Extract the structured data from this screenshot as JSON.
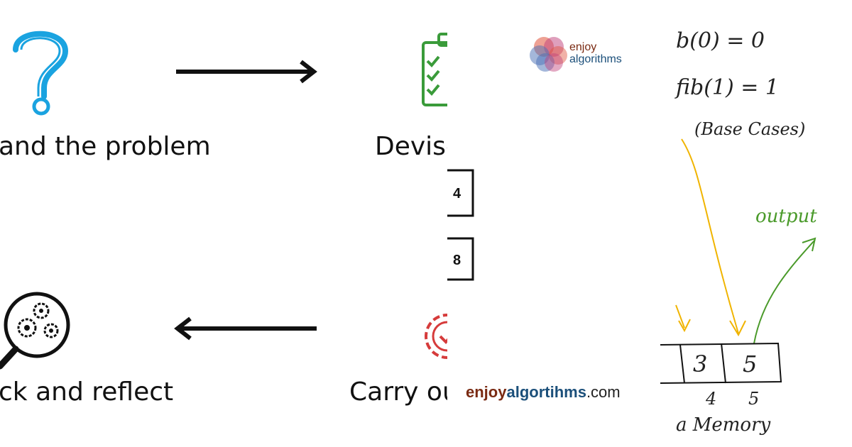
{
  "left": {
    "steps": [
      {
        "label": "and the problem",
        "icon": "question-mark-icon",
        "color": "#1aa3e0"
      },
      {
        "label": "Devise",
        "icon": "checklist-icon",
        "color": "#3a9b3a"
      },
      {
        "label": "ck and reflect",
        "icon": "magnifier-gears-icon",
        "color": "#111111"
      },
      {
        "label": "Carry ou",
        "icon": "gear-check-icon",
        "color": "#d63b3b"
      }
    ]
  },
  "middle": {
    "boxes": [
      "4",
      "8"
    ],
    "brand": {
      "word1": "enjoy",
      "word2": "algorithms"
    },
    "url": {
      "part1": "enjoy",
      "part2": "algortihms",
      "part3": ".com"
    },
    "brand_colors": [
      "#e0533c",
      "#4a6fb5",
      "#c0407a"
    ]
  },
  "right": {
    "line1": "b(0) = 0",
    "line2": "fib(1) = 1",
    "line3": "(Base Cases)",
    "output": "output",
    "cells": [
      "3",
      "5"
    ],
    "indices": [
      "4",
      "5"
    ],
    "memory": "a Memory",
    "arrow_color_input": "#f0b400",
    "arrow_color_output": "#4a9a2a"
  }
}
